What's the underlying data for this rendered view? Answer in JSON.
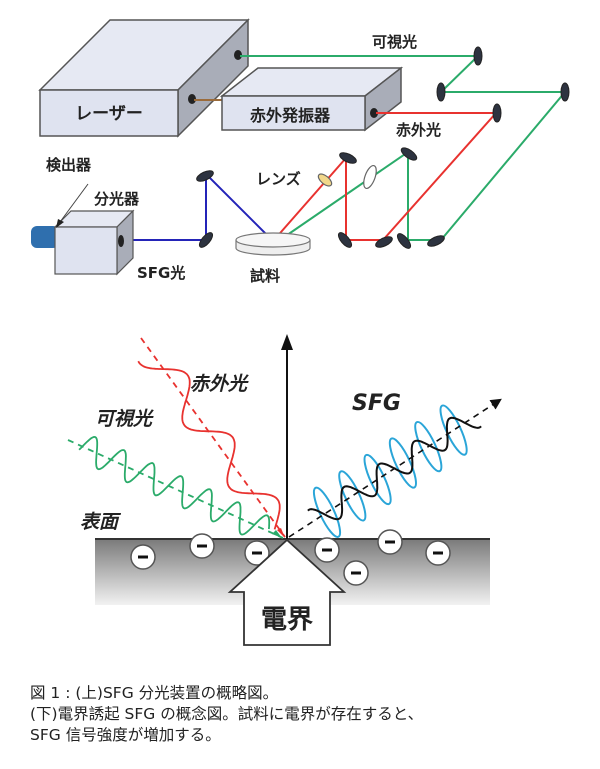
{
  "top_diagram": {
    "title": "SFG spectroscopy setup schematic",
    "laser_label": "レーザー",
    "ir_oscillator_label": "赤外発振器",
    "visible_light_label": "可視光",
    "infrared_light_label": "赤外光",
    "detector_label": "検出器",
    "spectrometer_label": "分光器",
    "lens_label": "レンズ",
    "sfg_light_label": "SFG光",
    "sample_label": "試料",
    "colors": {
      "visible_beam": "#2bab6a",
      "infrared_beam": "#e8322f",
      "sfg_beam": "#2424b8",
      "box_face": "#dfe3f0",
      "detector": "#2f6fae"
    }
  },
  "bottom_diagram": {
    "title": "Electric-field-induced SFG concept",
    "infrared_label": "赤外光",
    "visible_label": "可視光",
    "sfg_label": "SFG",
    "surface_label": "表面",
    "electric_field_label": "電界",
    "charge_symbol": "−",
    "charge_count": 7,
    "colors": {
      "infrared_wave": "#e8322f",
      "visible_wave": "#2bab6a",
      "sfg_envelope": "#2aa5d8",
      "sfg_wave": "#111111"
    }
  },
  "caption": {
    "line1": "図 1 : (上)SFG 分光装置の概略図。",
    "line2": "(下)電界誘起 SFG の概念図。試料に電界が存在すると、",
    "line3": "SFG 信号強度が増加する。"
  }
}
